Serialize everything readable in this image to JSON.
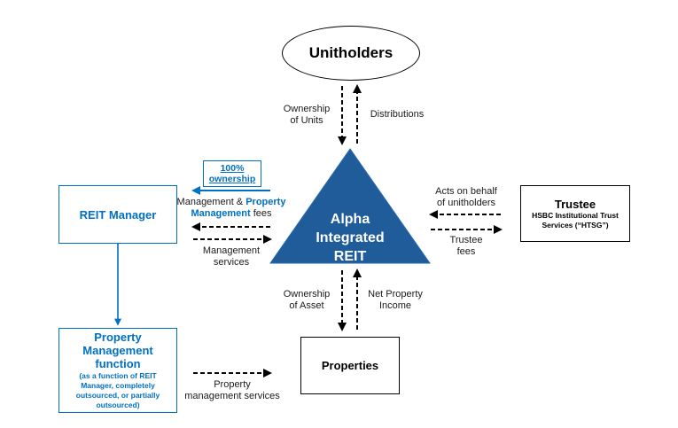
{
  "colors": {
    "accent_blue": "#0070c0",
    "triangle_fill": "#1f5c99",
    "line_black": "#000000"
  },
  "nodes": {
    "unitholders": "Unitholders",
    "reit": [
      "Alpha",
      "Integrated",
      "REIT"
    ],
    "reit_manager": "REIT Manager",
    "property_management": {
      "title": [
        "Property",
        "Management",
        "function"
      ],
      "subtitle": [
        "(as a function of REIT",
        "Manager, completely",
        "outsourced, or partially",
        "outsourced)"
      ]
    },
    "trustee": {
      "title": "Trustee",
      "subtitle": [
        "HSBC Institutional Trust",
        "Services (“HTSG”)"
      ]
    },
    "properties": "Properties",
    "ownership_badge": [
      "100%",
      "ownership"
    ]
  },
  "flows": {
    "ownership_of_units": [
      "Ownership",
      "of Units"
    ],
    "distributions": "Distributions",
    "mgmt_fees": {
      "part1": "Management & ",
      "part2_blue": "Property",
      "part3_blue": "Management",
      "part4": " fees"
    },
    "management_services": [
      "Management",
      "services"
    ],
    "acts_on_behalf": [
      "Acts on behalf",
      "of unitholders"
    ],
    "trustee_fees": [
      "Trustee",
      "fees"
    ],
    "ownership_of_asset": [
      "Ownership",
      "of Asset"
    ],
    "net_property_income": [
      "Net Property",
      "Income"
    ],
    "property_mgmt_services": [
      "Property",
      "management services"
    ]
  }
}
